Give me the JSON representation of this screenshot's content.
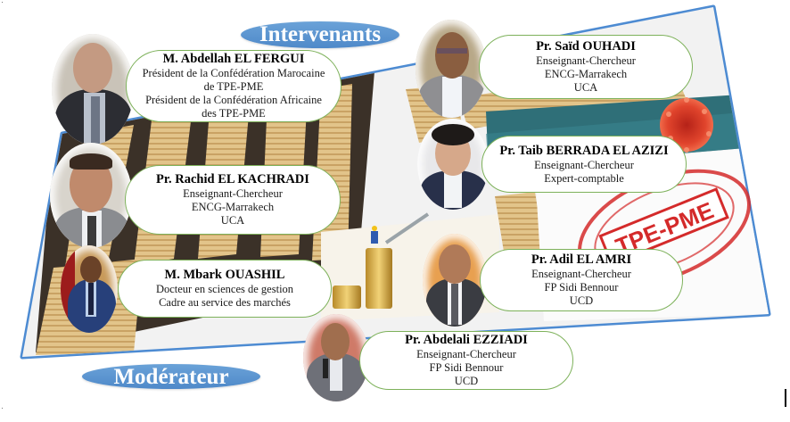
{
  "headings": {
    "speakers": "Intervenants",
    "moderator": "Modérateur"
  },
  "colors": {
    "banner_blue": "#5b95d0",
    "frame_blue": "#4d8bd2",
    "card_border_green": "#7db15a",
    "stamp_red": "#d42a2a"
  },
  "speakers": [
    {
      "name": "M. Abdellah EL FERGUI",
      "lines": [
        "Président de la Confédération Marocaine",
        "de TPE-PME",
        "Président de la Confédération Africaine",
        "des TPE-PME"
      ]
    },
    {
      "name": "Pr. Rachid EL KACHRADI",
      "lines": [
        "Enseignant-Chercheur",
        "ENCG-Marrakech",
        "UCA"
      ]
    },
    {
      "name": "M. Mbark OUASHIL",
      "lines": [
        "Docteur en sciences de gestion",
        "Cadre au service des marchés"
      ]
    },
    {
      "name": "Pr. Saïd OUHADI",
      "lines": [
        "Enseignant-Chercheur",
        "ENCG-Marrakech",
        "UCA"
      ]
    },
    {
      "name": "Pr. Taib BERRADA  EL AZIZI",
      "lines": [
        "Enseignant-Chercheur",
        "Expert-comptable"
      ]
    },
    {
      "name": "Pr. Adil EL AMRI",
      "lines": [
        "Enseignant-Chercheur",
        "FP Sidi Bennour",
        "UCD"
      ]
    }
  ],
  "moderator": {
    "name": "Pr. Abdelali EZZIADI",
    "lines": [
      "Enseignant-Chercheur",
      "FP Sidi Bennour",
      "UCD"
    ]
  },
  "stamp": {
    "text": "TPE-PME"
  }
}
